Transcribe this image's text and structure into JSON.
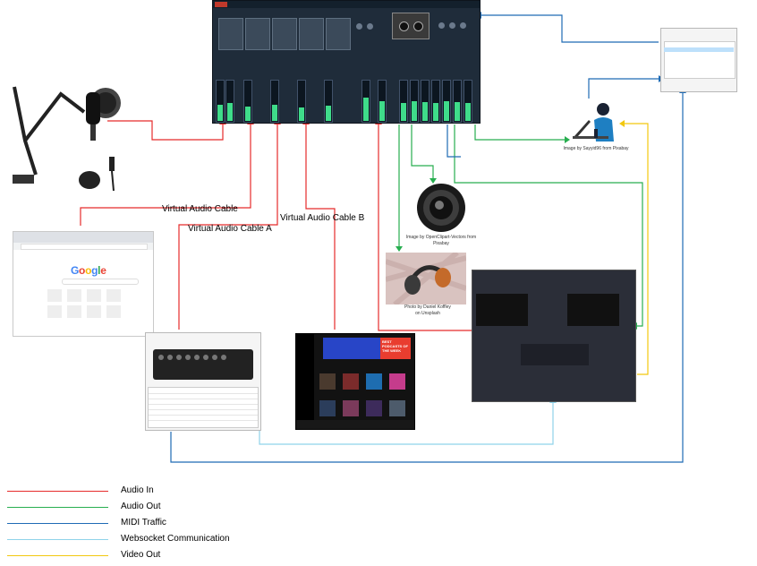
{
  "connection_labels": {
    "virtual_audio_cable": "Virtual Audio Cable",
    "virtual_audio_cable_a": "Virtual Audio Cable A",
    "virtual_audio_cable_b": "Virtual Audio Cable B"
  },
  "credits": {
    "speaker": "Image by OpenClipart-Vectors from Pixabay",
    "headphones": "Photo by Daniel Koffley on Unsplash",
    "person": "Image by Sayyid96 from Pixabay"
  },
  "screenshots": {
    "google_logo": "Google",
    "spotify_banner": "BEST PODCASTS OF THE WEEK"
  },
  "legend": [
    {
      "label": "Audio In",
      "color": "#e52b2b"
    },
    {
      "label": "Audio Out",
      "color": "#27ae4f"
    },
    {
      "label": "MIDI Traffic",
      "color": "#1f6bb5"
    },
    {
      "label": "Websocket Communication",
      "color": "#8fd3ea"
    },
    {
      "label": "Video Out",
      "color": "#f2c80f"
    }
  ],
  "colors": {
    "audio_in": "#e52b2b",
    "audio_out": "#27ae4f",
    "midi": "#1f6bb5",
    "websocket": "#8fd3ea",
    "video_out": "#f2c80f"
  },
  "icons": [
    "microphone-icon",
    "speaker-icon",
    "headphones-icon",
    "person-at-laptop-icon",
    "google-logo-icon"
  ]
}
